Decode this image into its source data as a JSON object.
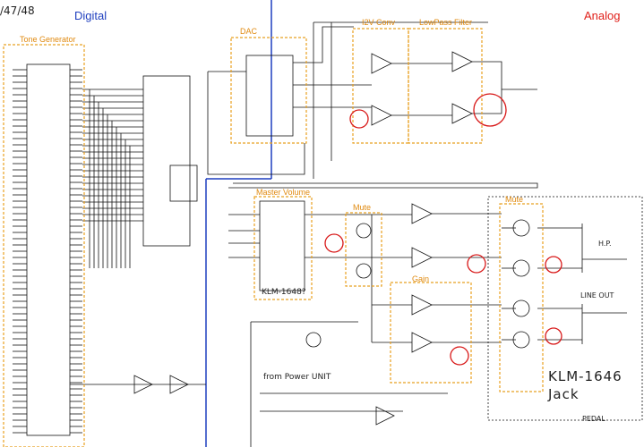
{
  "header": {
    "corner_text": "/47/48",
    "digital_label": "Digital",
    "analog_label": "Analog"
  },
  "blocks": {
    "tone_generator": "Tone Generator",
    "dac": "DAC",
    "i2v_conv": "I2V Conv",
    "lowpass_filter": "LowPass Filter",
    "master_volume": "Master Volume",
    "mute_left": "Mute",
    "mute_right": "Mute",
    "gain": "Gain",
    "klm1648": "KLM-1648?"
  },
  "annotations": {
    "klm1646": "KLM-1646",
    "jack": "Jack",
    "from_power_unit": "from Power UNIT",
    "hp": "H.P.",
    "line_out": "LINE OUT",
    "pedal": "PEDAL"
  },
  "colors": {
    "highlight_box": "#e8a020",
    "digital": "#1f3fbf",
    "analog": "#e0201a",
    "capacitor_circle": "#d81818"
  }
}
